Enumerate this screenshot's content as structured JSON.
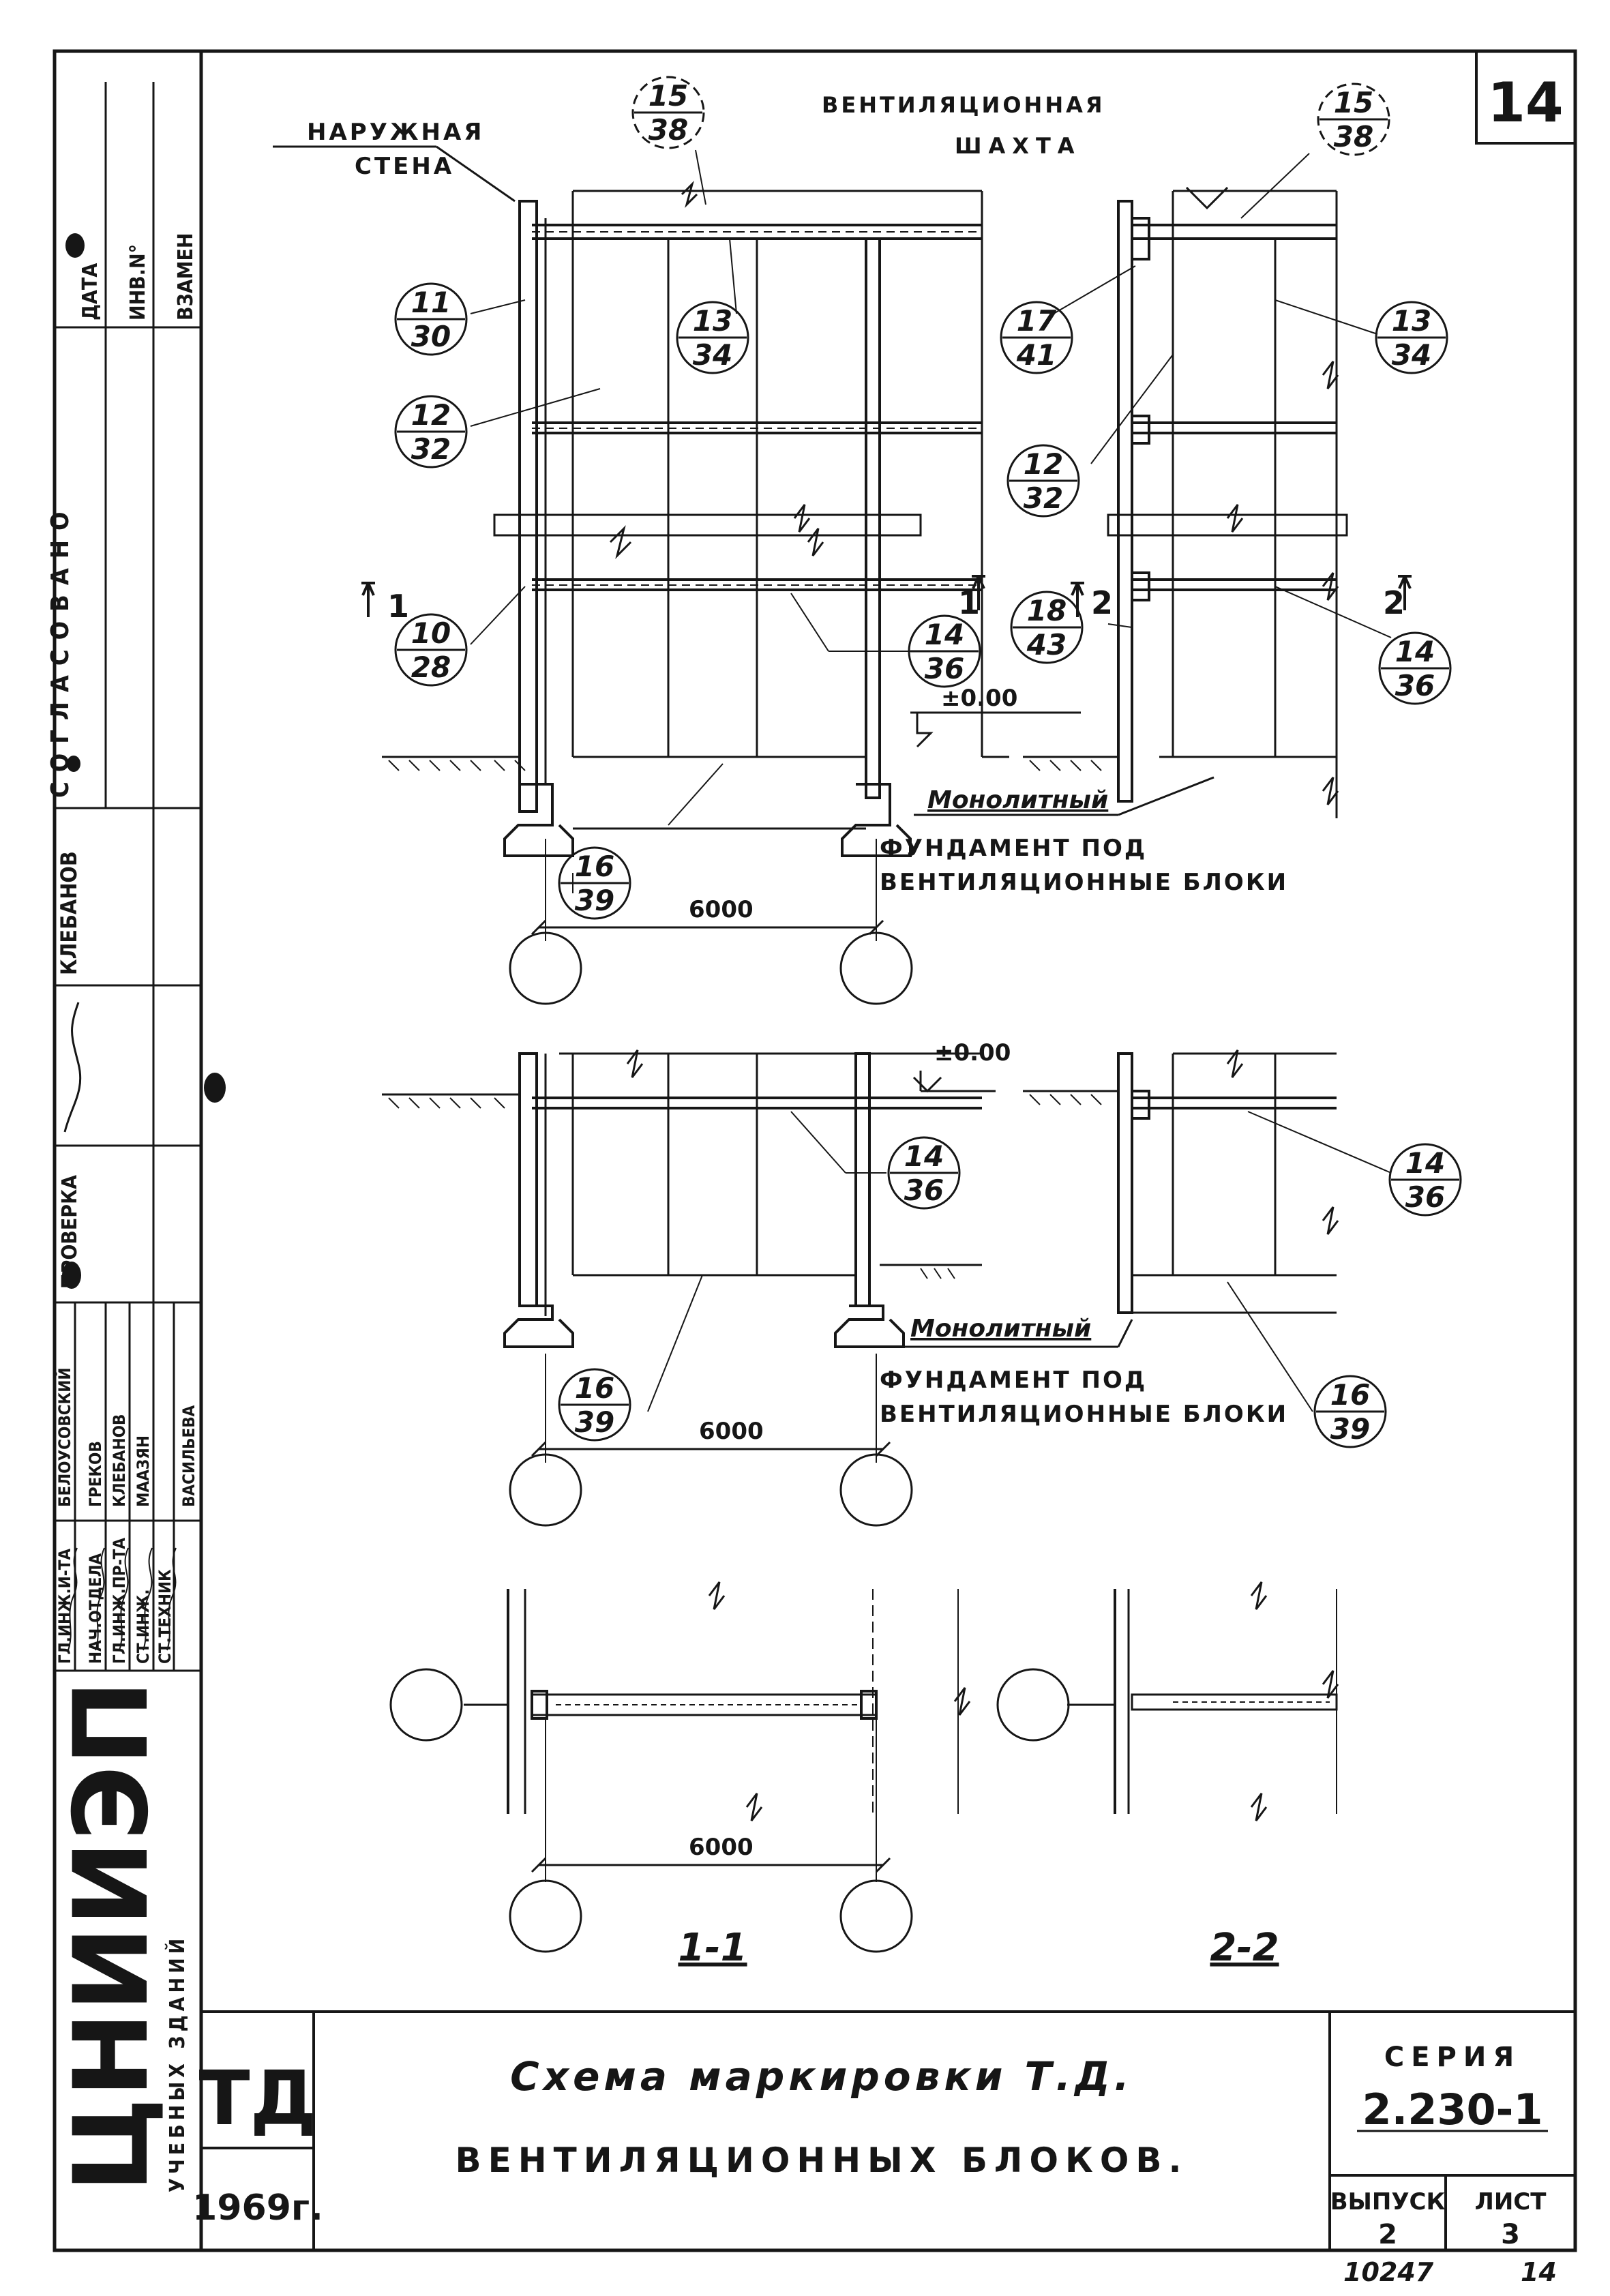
{
  "sheet": {
    "page_number": "14",
    "stamp_org": "ЦНИИЭП",
    "stamp_org_sub": "УЧЕБНЫХ ЗДАНИЙ",
    "stamp_code": "ТД",
    "stamp_year": "1969г.",
    "title_line1": "Схема маркировки Т.Д.",
    "title_line2": "ВЕНТИЛЯЦИОННЫХ БЛОКОВ.",
    "series_label": "СЕРИЯ",
    "series_value": "2.230-1",
    "issue_label": "ВЫПУСК",
    "issue_value": "2",
    "list_label": "ЛИСТ",
    "list_value": "3",
    "inventory": "10247",
    "page_bottom": "14"
  },
  "sidebar": {
    "col_labels": [
      "ДАТА",
      "ИНВ.N°",
      "ВЗАМЕН"
    ],
    "agreed_label": "СОГЛАСОВАНО",
    "checker_name": "КЛЕБАНОВ",
    "check_label": "ПРОВЕРКА",
    "roles": [
      "ГЛ.ИНЖ.И-ТА",
      "НАЧ.ОТДЕЛА",
      "ГЛ.ИНЖ.ПР-ТА",
      "СТ.ИНЖ.",
      "СТ.ТЕХНИК"
    ],
    "names": [
      "БЕЛОУСОВСКИЙ",
      "ГРЕКОВ",
      "КЛЕБАНОВ",
      "МААЗЯН",
      "ВАСИЛЬЕВА"
    ]
  },
  "labels": {
    "outer_wall_1": "НАРУЖНАЯ",
    "outer_wall_2": "СТЕНА",
    "shaft_1": "ВЕНТИЛЯЦИОННАЯ",
    "shaft_2": "ШАХТА",
    "monolith_1": "Монолитный",
    "monolith_2": "ФУНДАМЕНТ ПОД",
    "monolith_3": "ВЕНТИЛЯЦИОННЫЕ БЛОКИ",
    "dim_6000": "6000",
    "level_000": "±0.00",
    "section_1_1": "1-1",
    "section_2_2": "2-2",
    "cut1": "1",
    "cut2": "2"
  },
  "bubbles": {
    "b15a": {
      "top": "15",
      "bottom": "38"
    },
    "b15b": {
      "top": "15",
      "bottom": "38"
    },
    "b11": {
      "top": "11",
      "bottom": "30"
    },
    "b12a": {
      "top": "12",
      "bottom": "32"
    },
    "b13a": {
      "top": "13",
      "bottom": "34"
    },
    "b10": {
      "top": "10",
      "bottom": "28"
    },
    "b14a": {
      "top": "14",
      "bottom": "36"
    },
    "b16a": {
      "top": "16",
      "bottom": "39"
    },
    "b17": {
      "top": "17",
      "bottom": "41"
    },
    "b12b": {
      "top": "12",
      "bottom": "32"
    },
    "b13b": {
      "top": "13",
      "bottom": "34"
    },
    "b18": {
      "top": "18",
      "bottom": "43"
    },
    "b14b": {
      "top": "14",
      "bottom": "36"
    },
    "b14c": {
      "top": "14",
      "bottom": "36"
    },
    "b14d": {
      "top": "14",
      "bottom": "36"
    },
    "b16b": {
      "top": "16",
      "bottom": "39"
    },
    "b16c": {
      "top": "16",
      "bottom": "39"
    }
  }
}
